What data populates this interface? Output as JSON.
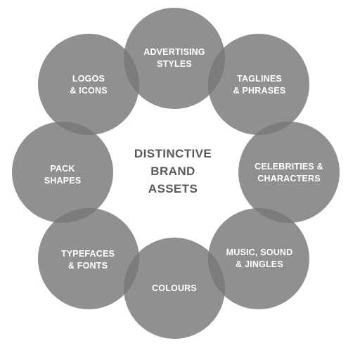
{
  "center": {
    "lines": [
      "DISTINCTIVE",
      "BRAND",
      "ASSETS"
    ]
  },
  "colors": {
    "circle": "#777777",
    "circle_text": "#ffffff",
    "center_text": "#595959",
    "background": "#ffffff"
  },
  "nodes": [
    {
      "lines": [
        "ADVERTISING",
        "STYLES"
      ]
    },
    {
      "lines": [
        "TAGLINES",
        "& PHRASES"
      ]
    },
    {
      "lines": [
        "CELEBRITIES &",
        "CHARACTERS"
      ]
    },
    {
      "lines": [
        "MUSIC, SOUND",
        "& JINGLES"
      ]
    },
    {
      "lines": [
        "COLOURS"
      ]
    },
    {
      "lines": [
        "TYPEFACES",
        "& FONTS"
      ]
    },
    {
      "lines": [
        "PACK",
        "SHAPES"
      ]
    },
    {
      "lines": [
        "LOGOS",
        "& ICONS"
      ]
    }
  ]
}
